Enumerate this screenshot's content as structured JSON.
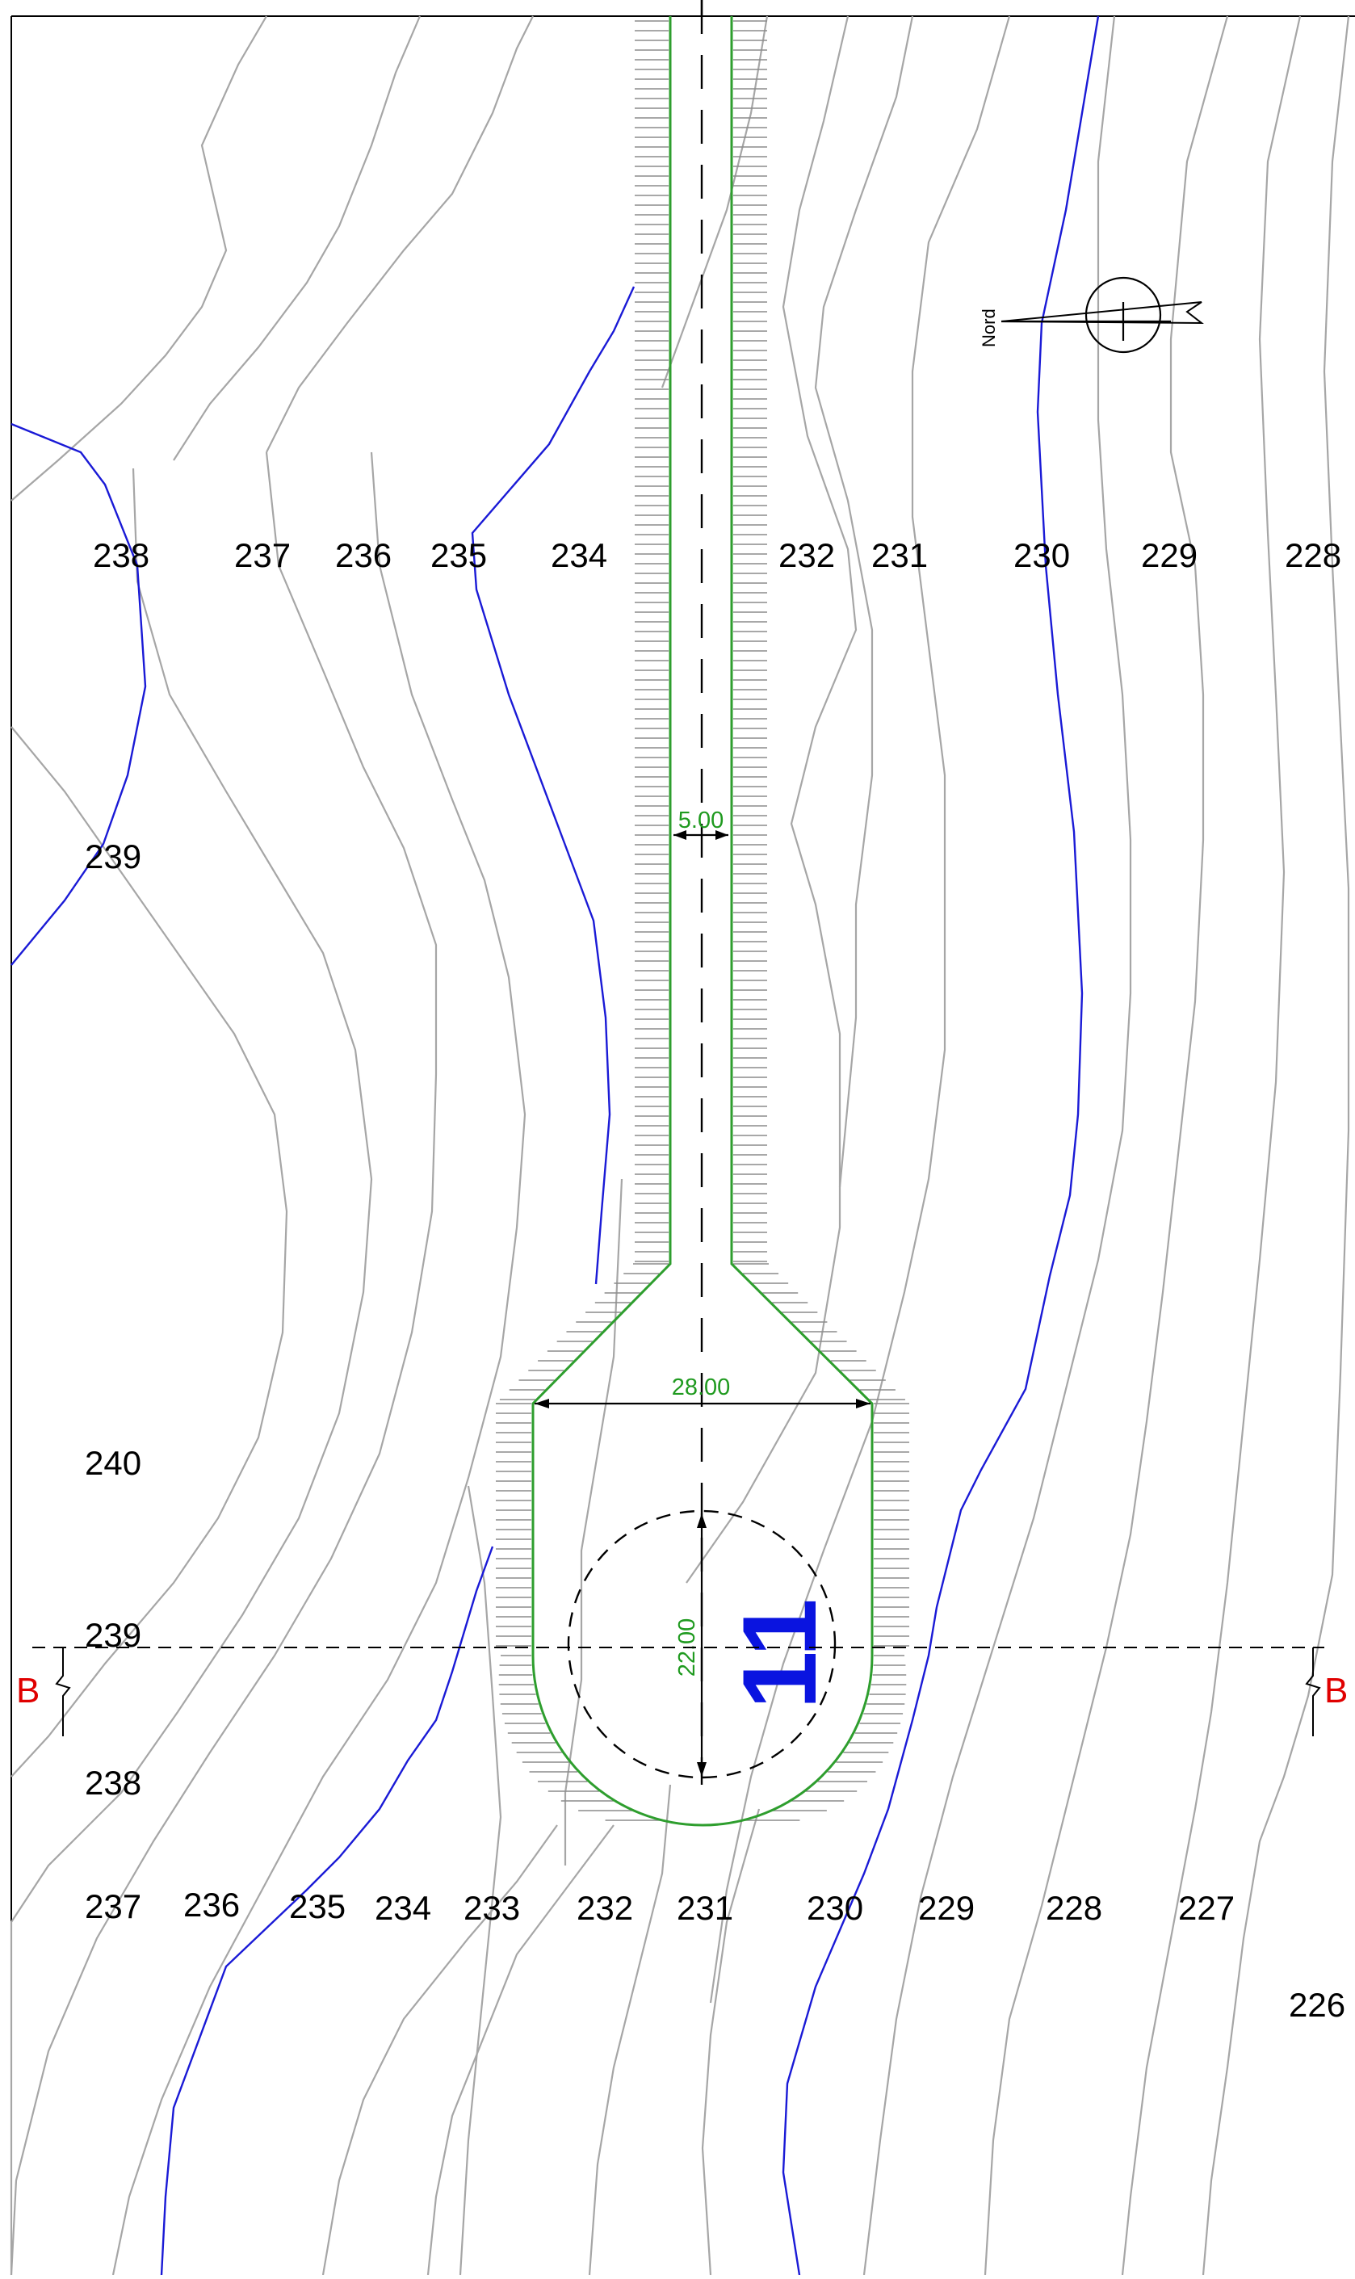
{
  "north_label": "Nord",
  "site_number": "11",
  "dimensions": {
    "road_width": "5.00",
    "turn_width": "28.00",
    "turn_circle": "22.00"
  },
  "section": {
    "left": "B",
    "right": "B"
  },
  "elevation_labels": {
    "row1": [
      "238",
      "237",
      "236",
      "235",
      "234",
      "232",
      "231",
      "230",
      "229",
      "228"
    ],
    "left": [
      "239",
      "240",
      "239",
      "238"
    ],
    "row2": [
      "237",
      "236",
      "235",
      "234",
      "233",
      "232",
      "231",
      "230",
      "229",
      "228",
      "227"
    ],
    "corner": "226"
  },
  "colors": {
    "contour": "#a6a6a6",
    "contour_major": "#1a1ad6",
    "road_edge": "#2e9e2e",
    "dimension_text": "#1f9a1f",
    "section_marker": "#e00000",
    "site_number": "#0a14e0"
  }
}
